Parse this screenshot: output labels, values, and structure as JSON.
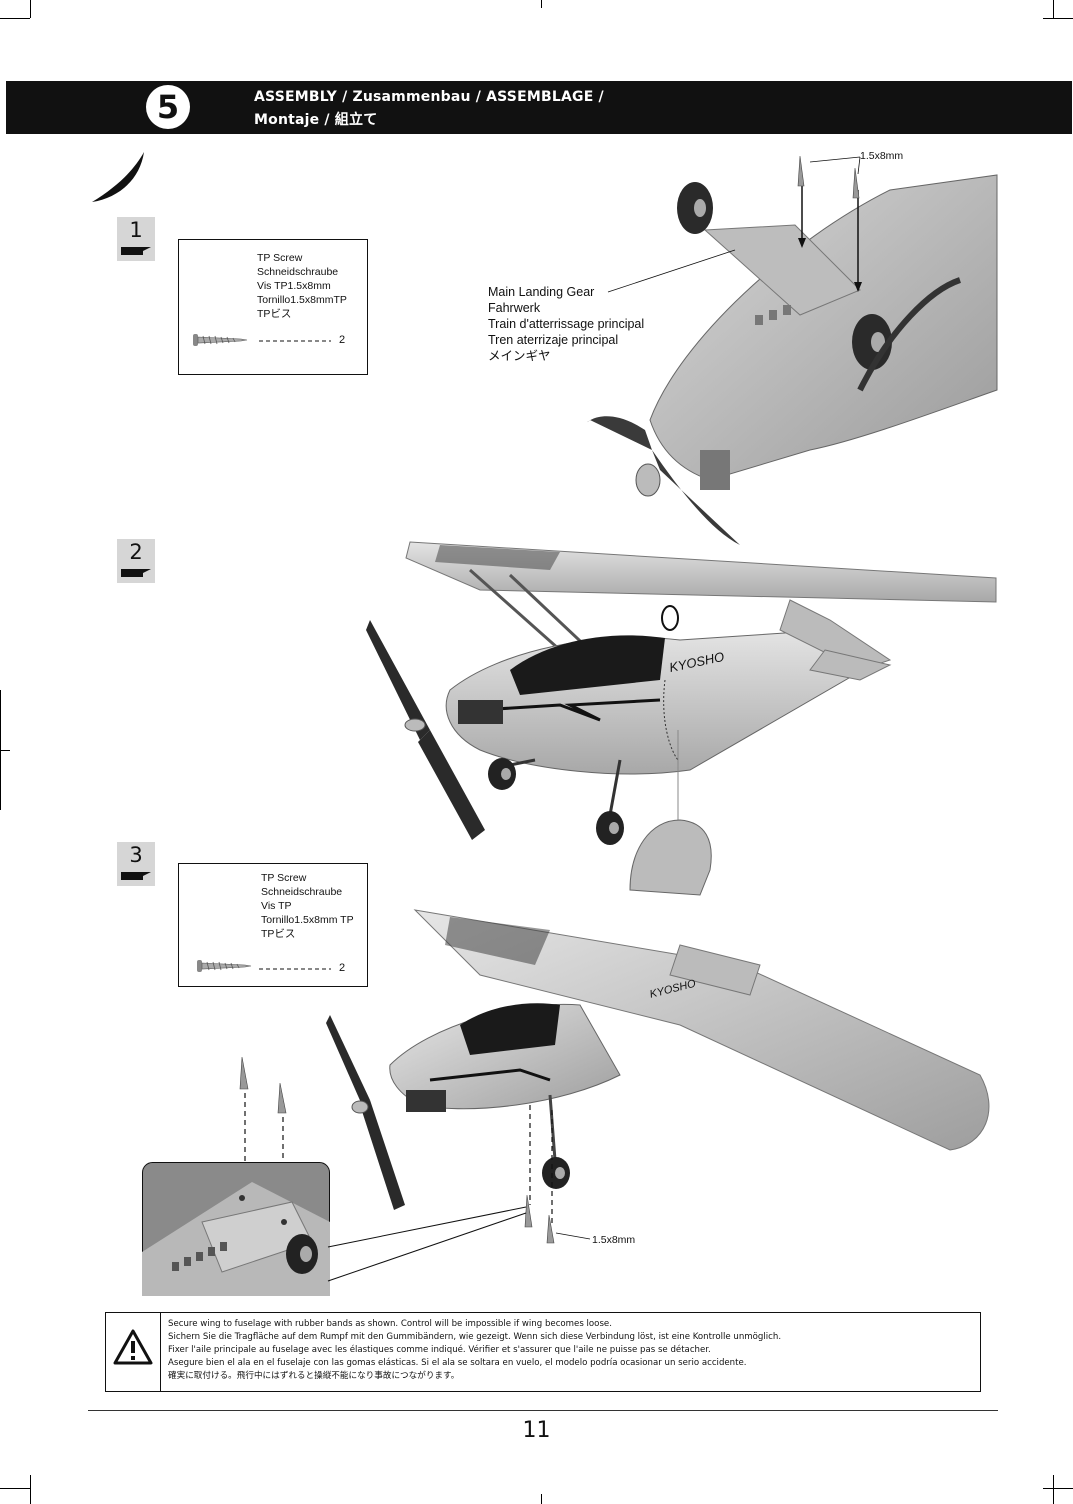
{
  "header": {
    "step_number": "5",
    "line1": "ASSEMBLY / Zusammenbau / ASSEMBLAGE /",
    "line2": "Montaje   / 組立て"
  },
  "steps": [
    {
      "number": "1",
      "part_box": {
        "lines": [
          "TP Screw",
          "Schneidschraube",
          "Vis TP1.5x8mm",
          "Tornillo1.5x8mmTP",
          "TPビス"
        ],
        "quantity": "2"
      },
      "callout_dimension": "1.5x8mm",
      "callout_label_lines": [
        "Main Landing Gear",
        "Fahrwerk",
        "Train d'atterrissage principal",
        "Tren aterrizaje principal",
        "メインギヤ"
      ]
    },
    {
      "number": "2"
    },
    {
      "number": "3",
      "part_box": {
        "lines": [
          "TP Screw",
          "Schneidschraube",
          "Vis TP",
          "Tornillo1.5x8mm TP",
          "TPビス"
        ],
        "quantity": "2"
      },
      "callout_dimension": "1.5x8mm"
    }
  ],
  "airplane_text": {
    "brand_fuselage": "KYOSHO",
    "brand_wing": "KYOSHO"
  },
  "warning": {
    "icon": "warning-triangle-icon",
    "lines": [
      "Secure wing to fuselage with rubber bands as shown. Control will be impossible if wing becomes loose.",
      "Sichern Sie die Tragfläche auf dem Rumpf mit den Gummibändern, wie gezeigt. Wenn sich diese Verbindung löst, ist eine Kontrolle unmöglich.",
      "Fixer l'aile principale au fuselage avec les élastiques comme indiqué. Vérifier et s'assurer que l'aile ne puisse pas se détacher.",
      "Asegure bien el ala en el fuselaje con las gomas elásticas. Si el ala se soltara en vuelo, el modelo podría ocasionar un serio accidente.",
      "確実に取付ける。飛行中にはずれると操縦不能になり事故につながります。"
    ]
  },
  "page_number": "11"
}
